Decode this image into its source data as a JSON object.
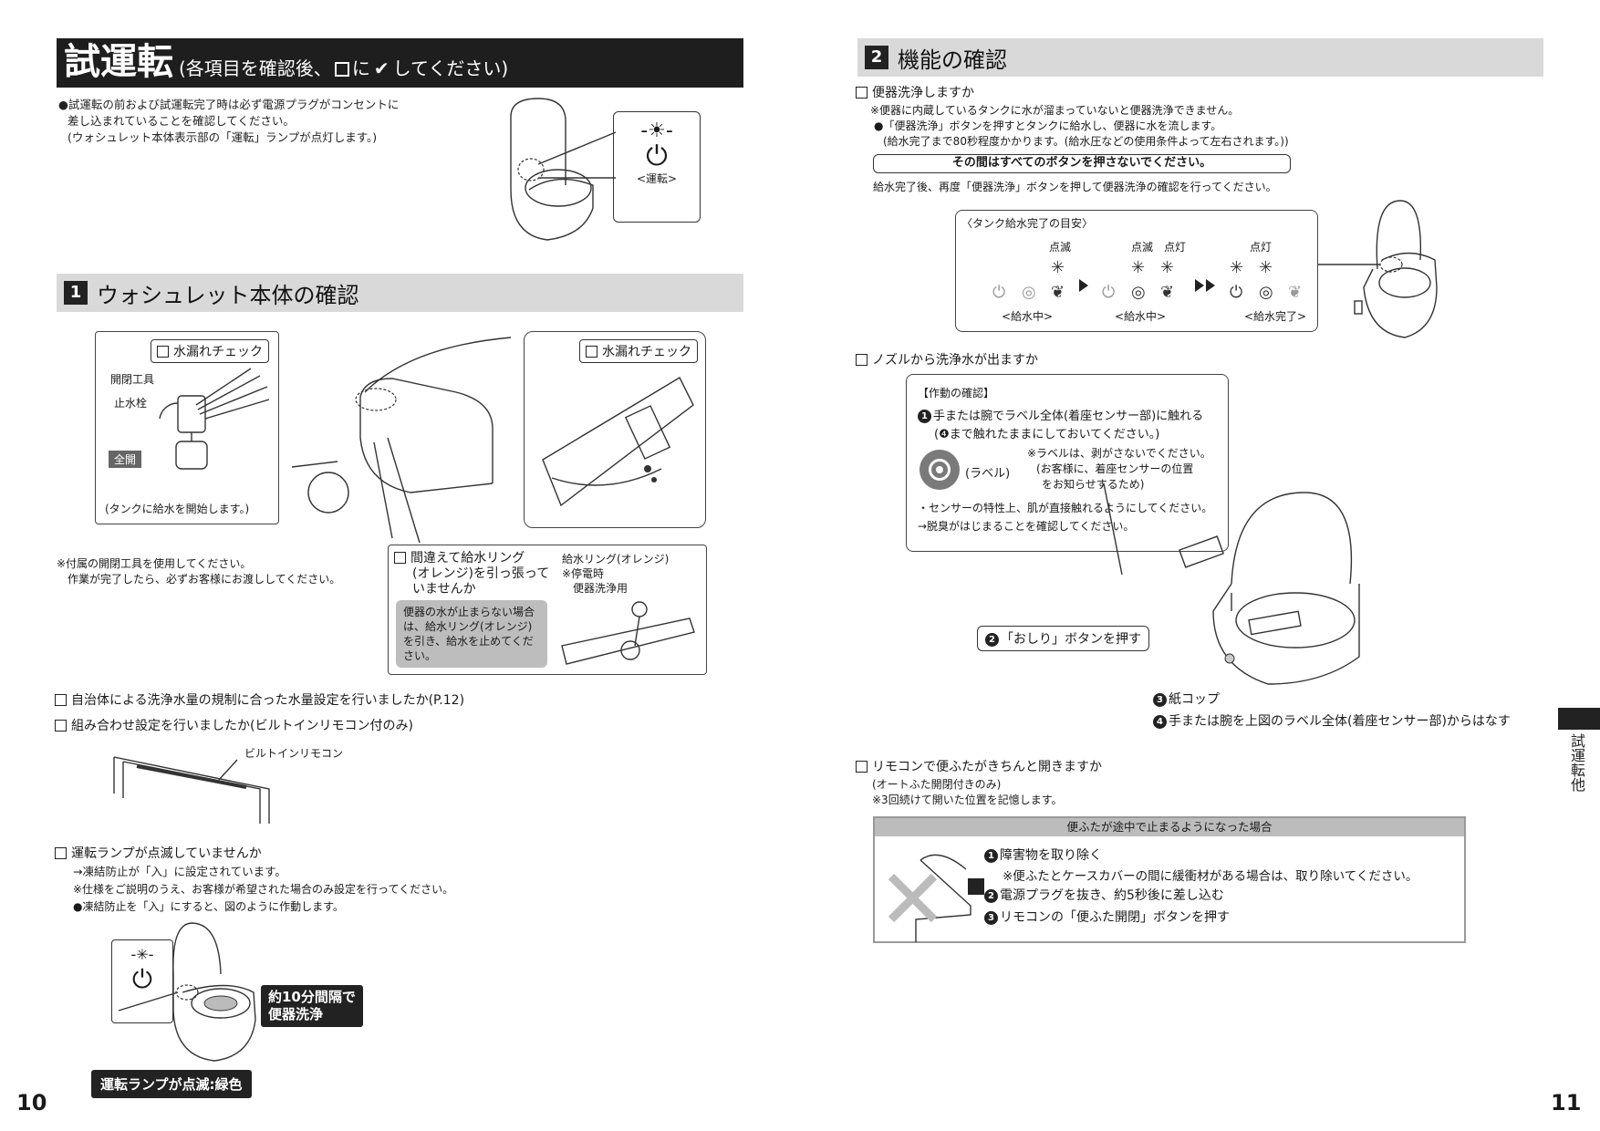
{
  "left": {
    "header": {
      "title": "試運転",
      "subtitle_pre": "(各項目を確認後、",
      "subtitle_mid": "に",
      "subtitle_post": "してください)"
    },
    "intro": [
      "●試運転の前および試運転完了時は必ず電源プラグがコンセントに",
      "差し込まれていることを確認してください。",
      "(ウォシュレット本体表示部の「運転」ランプが点灯します。)"
    ],
    "power_label": "<運転>",
    "section1": {
      "num": "1",
      "title": "ウォシュレット本体の確認",
      "leak_check": "水漏れチェック",
      "tool_label": "開閉工具",
      "valve_label": "止水栓",
      "full_open": "全開",
      "tank_start": "(タンクに給水を開始します。)",
      "note1": "※付属の開閉工具を使用してください。",
      "note2": "作業が完了したら、必ずお客様にお渡ししてください。",
      "ring_q1": "間違えて給水リング",
      "ring_q2": "(オレンジ)を引っ張って",
      "ring_q3": "いませんか",
      "ring_note": "便器の水が止まらない場合は、給水リング(オレンジ)を引き、給水を止めてください。",
      "ring_label1": "給水リング(オレンジ)",
      "ring_label2": "※停電時",
      "ring_label3": "便器洗浄用"
    },
    "checks": [
      "自治体による洗浄水量の規制に合った水量設定を行いましたか(P.12)",
      "組み合わせ設定を行いましたか(ビルトインリモコン付のみ)"
    ],
    "builtin_label": "ビルトインリモコン",
    "lamp": {
      "question": "運転ランプが点滅していませんか",
      "l1": "→凍結防止が「入」に設定されています。",
      "l2": "※仕様をご説明のうえ、お客様が希望された場合のみ設定を行ってください。",
      "l3": "●凍結防止を「入」にすると、図のように作動します。",
      "tag1a": "約10分間隔で",
      "tag1b": "便器洗浄",
      "tag2": "運転ランプが点滅:緑色"
    },
    "page_num": "10"
  },
  "right": {
    "section2": {
      "num": "2",
      "title": "機能の確認"
    },
    "flush": {
      "question": "便器洗浄しますか",
      "n1": "※便器に内蔵しているタンクに水が溜まっていないと便器洗浄できません。",
      "n2": "●「便器洗浄」ボタンを押すとタンクに給水し、便器に水を流します。",
      "n3": "(給水完了まで80秒程度かかります。(給水圧などの使用条件よって左右されます。))",
      "warn": "その間はすべてのボタンを押さないでください。",
      "n4": "給水完了後、再度「便器洗浄」ボタンを押して便器洗浄の確認を行ってください。"
    },
    "tank": {
      "title": "〈タンク給水完了の目安〉",
      "blink": "点滅",
      "blink2": "点滅",
      "on2": "点灯",
      "on3": "点灯",
      "s1": "<給水中>",
      "s2": "<給水中>",
      "s3": "<給水完了>"
    },
    "nozzle": {
      "question": "ノズルから洗浄水が出ますか",
      "box_title": "【作動の確認】",
      "b1": "手または腕でラベル全体(着座センサー部)に触れる",
      "b1n": "❹",
      "b2": "まで触れたままにしておいてください。)",
      "label_word": "(ラベル)",
      "b3": "※ラベルは、剥がさないでください。",
      "b4": "(お客様に、着座センサーの位置",
      "b5": "をお知らせするため)",
      "b6": "・センサーの特性上、肌が直接触れるようにしてください。",
      "b7": "→脱臭がはじまることを確認してください。",
      "step2": "「おしり」ボタンを押す",
      "step3": "紙コップ",
      "step4": "手または腕を上図のラベル全体(着座センサー部)からはなす",
      "n1": "1",
      "n2": "2",
      "n3": "3",
      "n4": "4"
    },
    "lid": {
      "question": "リモコンで便ふたがきちんと開きますか",
      "n1": "(オートふた開閉付きのみ)",
      "n2": "※3回続けて開いた位置を記憶します。",
      "table_title": "便ふたが途中で止まるようになった場合",
      "s1": "障害物を取り除く",
      "s1n": "※便ふたとケースカバーの間に緩衝材がある場合は、取り除いてください。",
      "s2": "電源プラグを抜き、約5秒後に差し込む",
      "s3": "リモコンの「便ふた開閉」ボタンを押す"
    },
    "side_tab": "試運転他",
    "page_num": "11"
  }
}
